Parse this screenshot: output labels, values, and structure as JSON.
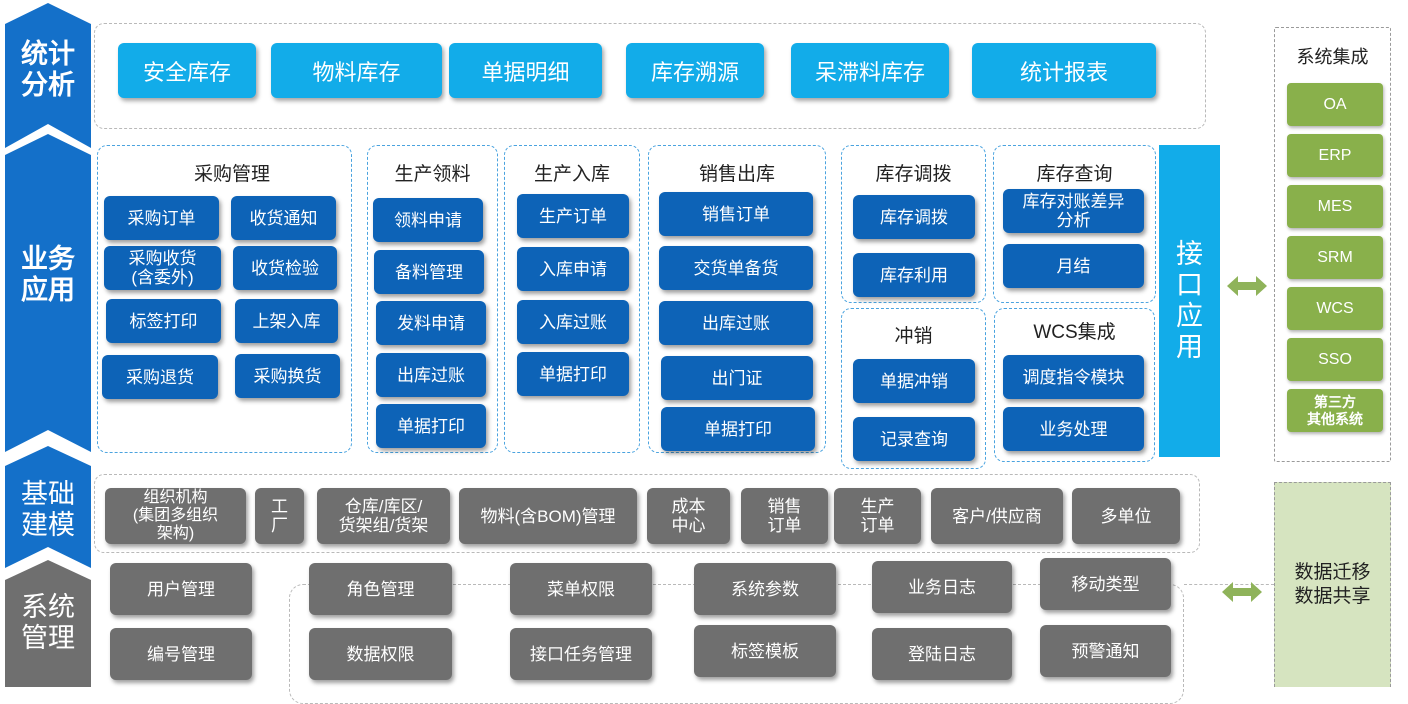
{
  "colors": {
    "layer_blue": "#1470c9",
    "layer_gray": "#6f6f6f",
    "module_cyan": "#12ace9",
    "module_blue": "#0d63b7",
    "module_gray": "#6f6f6f",
    "system_green": "#89b04b",
    "migration_bg": "#d6e4c0",
    "arrow_green": "#8fb35a"
  },
  "layers": {
    "analysis": "统计\n分析",
    "business": "业务\n应用",
    "base": "基础\n建模",
    "system": "系统\n管理"
  },
  "analysis_items": [
    "安全库存",
    "物料库存",
    "单据明细",
    "库存溯源",
    "呆滞料库存",
    "统计报表"
  ],
  "business": {
    "purchase": {
      "title": "采购管理",
      "items": [
        "采购订单",
        "收货通知",
        "采购收货\n(含委外)",
        "收货检验",
        "标签打印",
        "上架入库",
        "采购退货",
        "采购换货"
      ]
    },
    "production_pick": {
      "title": "生产领料",
      "items": [
        "领料申请",
        "备料管理",
        "发料申请",
        "出库过账",
        "单据打印"
      ]
    },
    "production_in": {
      "title": "生产入库",
      "items": [
        "生产订单",
        "入库申请",
        "入库过账",
        "单据打印"
      ]
    },
    "sales_out": {
      "title": "销售出库",
      "items": [
        "销售订单",
        "交货单备货",
        "出库过账",
        "出门证",
        "单据打印"
      ]
    },
    "transfer": {
      "title": "库存调拨",
      "items": [
        "库存调拨",
        "库存利用"
      ]
    },
    "inquiry": {
      "title": "库存查询",
      "items": [
        "库存对账差异\n分析",
        "月结"
      ]
    },
    "writeoff": {
      "title": "冲销",
      "items": [
        "单据冲销",
        "记录查询"
      ]
    },
    "wcs": {
      "title": "WCS集成",
      "items": [
        "调度指令模块",
        "业务处理"
      ]
    }
  },
  "interface_app": "接\n口\n应\n用",
  "base_items": [
    "组织机构\n(集团多组织\n架构)",
    "工\n厂",
    "仓库/库区/\n货架组/货架",
    "物料(含BOM)管理",
    "成本\n中心",
    "销售\n订单",
    "生产\n订单",
    "客户/供应商",
    "多单位"
  ],
  "system_items": [
    "用户管理",
    "角色管理",
    "菜单权限",
    "系统参数",
    "业务日志",
    "移动类型",
    "编号管理",
    "数据权限",
    "接口任务管理",
    "标签模板",
    "登陆日志",
    "预警通知"
  ],
  "integration": {
    "title": "系统集成",
    "items": [
      "OA",
      "ERP",
      "MES",
      "SRM",
      "WCS",
      "SSO",
      "第三方\n其他系统"
    ]
  },
  "migration": {
    "label": "数据迁移\n数据共享"
  },
  "icons": {
    "arrow": "double-arrow-icon"
  }
}
